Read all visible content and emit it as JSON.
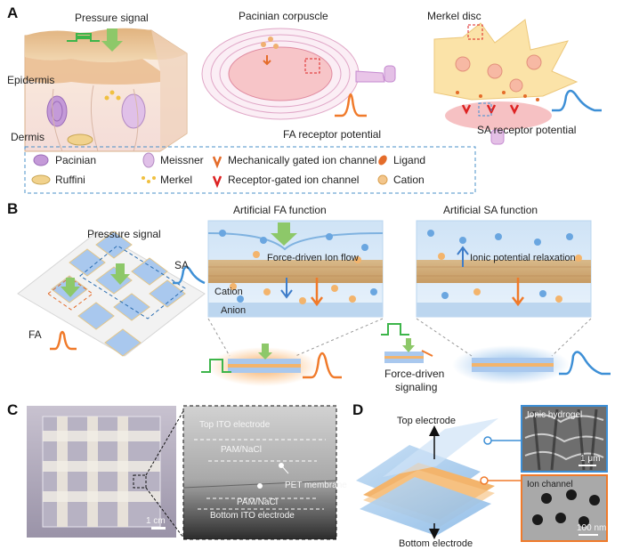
{
  "panels": {
    "a": "A",
    "b": "B",
    "c": "C",
    "d": "D"
  },
  "panel_a": {
    "pressure_signal": "Pressure signal",
    "epidermis": "Epidermis",
    "dermis": "Dermis",
    "pacinian_corpuscle": "Pacinian corpuscle",
    "merkel_disc": "Merkel disc",
    "fa_potential": "FA receptor potential",
    "sa_potential": "SA receptor potential",
    "legend": [
      "Pacinian",
      "Meissner",
      "Mechanically gated ion channel",
      "Ligand",
      "Ruffini",
      "Merkel",
      "Receptor-gated ion channel",
      "Cation"
    ]
  },
  "panel_b": {
    "pressure_signal": "Pressure signal",
    "sa": "SA",
    "fa": "FA",
    "fa_title": "Artificial FA function",
    "sa_title": "Artificial SA function",
    "ion_flow": "Force-driven Ion flow",
    "relaxation": "Ionic potential relaxation",
    "cation": "Cation",
    "anion": "Anion",
    "signaling_line1": "Force-driven",
    "signaling_line2": "signaling"
  },
  "panel_c": {
    "top_ito": "Top ITO electrode",
    "pam1": "PAM/NaCl",
    "pet": "PET membrane",
    "pam2": "PAM/NaCl",
    "bottom_ito": "Bottom ITO electrode",
    "scale": "1 cm"
  },
  "panel_d": {
    "top_electrode": "Top electrode",
    "bottom_electrode": "Bottom electrode",
    "ionic_hydrogel": "Ionic hydrogel",
    "ion_channel": "Ion channel",
    "scale1": "1 μm",
    "scale2": "100 nm"
  },
  "colors": {
    "fa_orange": "#f07a2a",
    "sa_blue": "#3d8fd6",
    "signal_green": "#3db54a",
    "skin": "#e9c79b",
    "dashed_blue": "#4a90c8"
  }
}
